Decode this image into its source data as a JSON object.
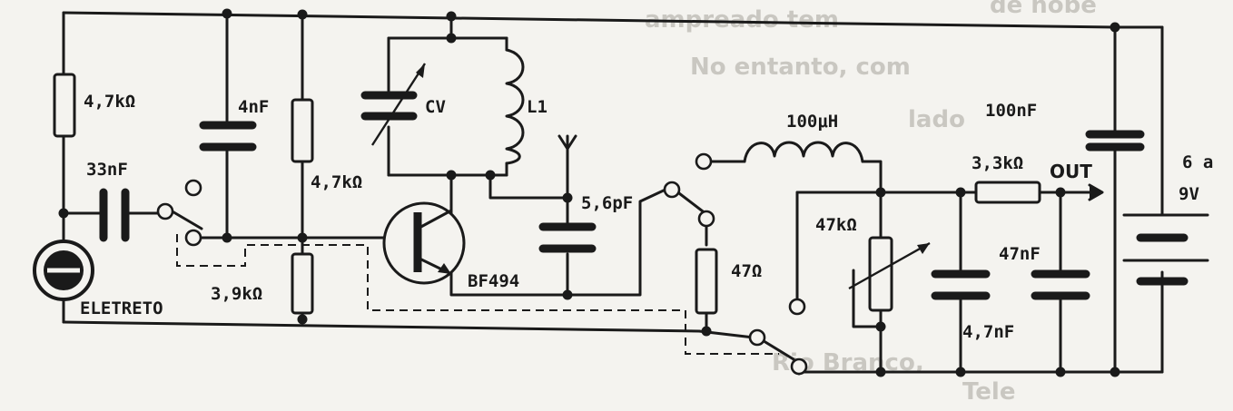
{
  "components": {
    "r1": "4,7kΩ",
    "c1": "33nF",
    "c2": "4nF",
    "r2": "4,7kΩ",
    "r3": "3,9kΩ",
    "cv": "CV",
    "l1": "L1",
    "c3": "5,6pF",
    "q1": "BF494",
    "mic": "ELETRETO",
    "r4": "47Ω",
    "l2": "100μH",
    "pot": "47kΩ",
    "r5": "3,3kΩ",
    "out": "OUT",
    "c4": "100nF",
    "c5": "47nF",
    "c6": "4,7nF",
    "battery_line1": "6 a",
    "battery_line2": "9V"
  },
  "background_text": [
    "ampreado tem",
    "de hobe",
    "No entanto, com",
    "lado",
    "Rio Branco,",
    "Tele"
  ],
  "colors": {
    "ink": "#1a1a1a",
    "paper": "#f4f3ef",
    "ghost": "#c9c7c1"
  }
}
